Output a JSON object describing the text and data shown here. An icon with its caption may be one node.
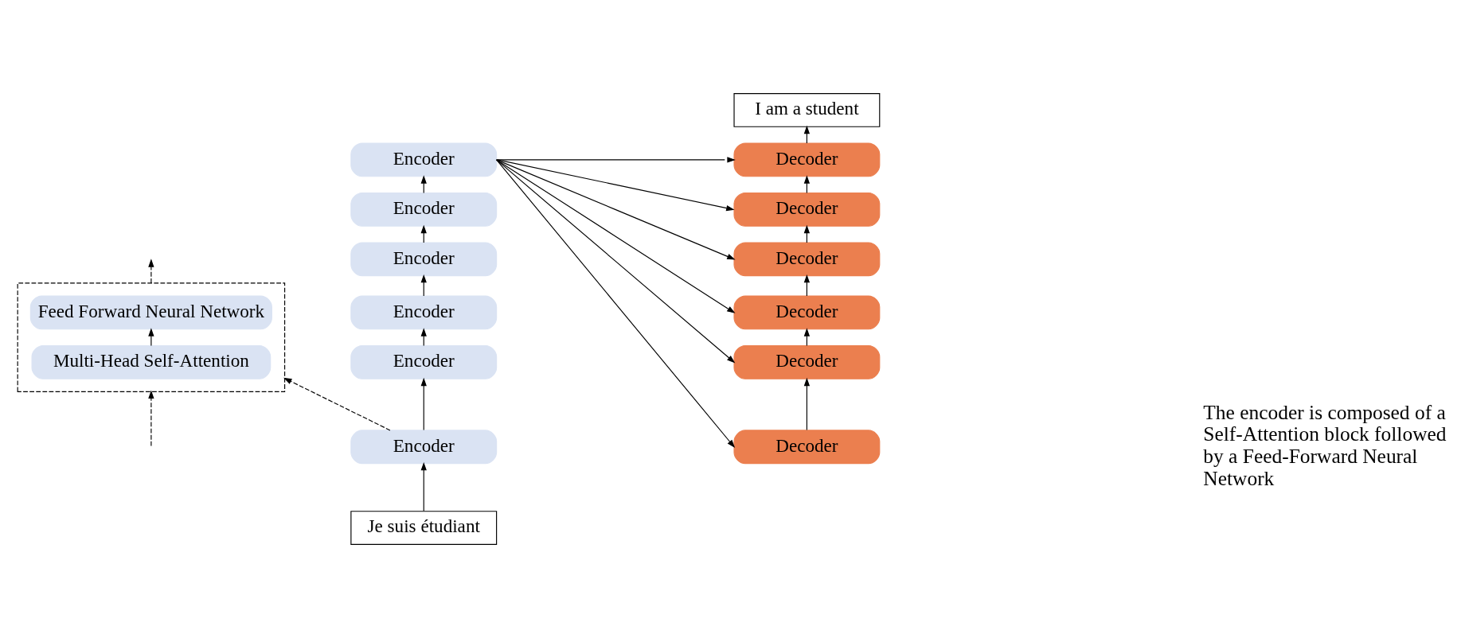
{
  "diagram": {
    "nodes": [
      {
        "text": [
          "I am a student"
        ]
      },
      {
        "text": [
          "Encoder"
        ]
      },
      {
        "text": [
          "Encoder"
        ]
      },
      {
        "text": [
          "Encoder"
        ]
      },
      {
        "text": [
          "Encoder"
        ]
      },
      {
        "text": [
          "Encoder"
        ]
      },
      {
        "text": [
          "Encoder"
        ]
      },
      {
        "text": [
          "Decoder"
        ]
      },
      {
        "text": [
          "Decoder"
        ]
      },
      {
        "text": [
          "Decoder"
        ]
      },
      {
        "text": [
          "Decoder"
        ]
      },
      {
        "text": [
          "Decoder"
        ]
      },
      {
        "text": [
          "Decoder"
        ]
      },
      {
        "text": [
          "Je suis étudiant"
        ]
      },
      {
        "text": [],
        "shape": "box"
      },
      {
        "text": [
          "Feed Forward Neural Network"
        ],
        "in": 14
      },
      {
        "text": [
          "Multi-Head Self-Attention"
        ],
        "in": 14
      }
    ],
    "edges": [
      {
        "from": 13,
        "to": 6,
        "arrow": "to"
      },
      {
        "from": 6,
        "to": 5,
        "arrow": "to"
      },
      {
        "from": 5,
        "to": 4,
        "arrow": "to"
      },
      {
        "from": 4,
        "to": 3,
        "arrow": "to"
      },
      {
        "from": 3,
        "to": 2,
        "arrow": "to"
      },
      {
        "from": 2,
        "to": 1,
        "arrow": "to"
      },
      {
        "from": 1,
        "to": 7,
        "arrow": "to"
      },
      {
        "from": 1,
        "to": 8,
        "arrow": "to"
      },
      {
        "from": 1,
        "to": 9,
        "arrow": "to"
      },
      {
        "from": 1,
        "to": 10,
        "arrow": "to"
      },
      {
        "from": 1,
        "to": 11,
        "arrow": "to"
      },
      {
        "from": 1,
        "to": 12,
        "arrow": "to"
      },
      {
        "from": 12,
        "to": 11,
        "arrow": "to"
      },
      {
        "from": 11,
        "to": 10,
        "arrow": "to"
      },
      {
        "from": 10,
        "to": 9,
        "arrow": "to"
      },
      {
        "from": 9,
        "to": 8,
        "arrow": "to"
      },
      {
        "from": 8,
        "to": 7,
        "arrow": "to"
      },
      {
        "from": 7,
        "to": 0,
        "arrow": "to"
      },
      {
        "from": 6,
        "to": 14,
        "arrow": "to",
        "style": "dashed"
      },
      {
        "from": 16,
        "to": 15,
        "arrow": "to"
      },
      {
        "from": null,
        "to": 14,
        "arrow": "to",
        "style": "dashed"
      },
      {
        "from": 14,
        "to": null,
        "arrow": "to",
        "style": "dashed"
      }
    ],
    "labels": [
      "The encoder is composed of a Self-Attention block followed by a Feed-Forward Neural Network"
    ]
  }
}
